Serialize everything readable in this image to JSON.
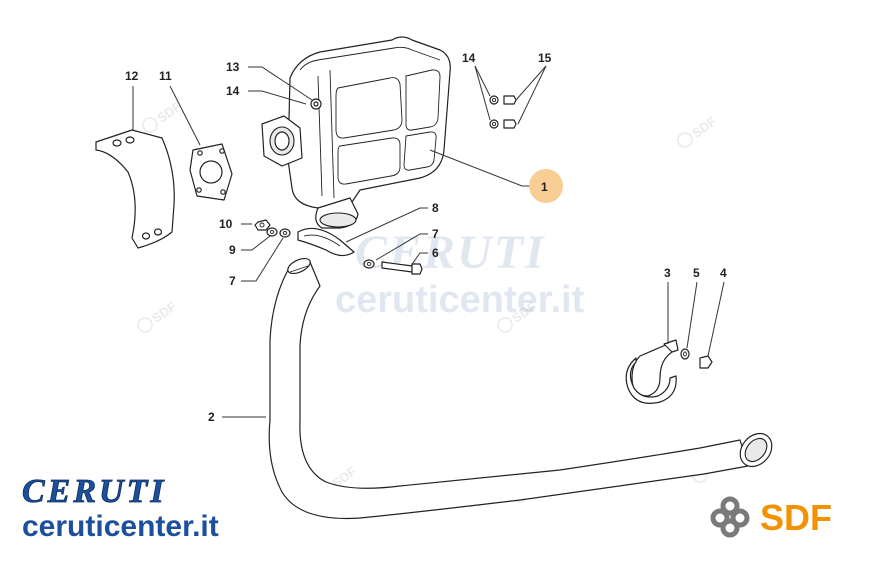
{
  "diagram": {
    "callouts": [
      {
        "id": "1",
        "label": "1",
        "highlighted": true
      },
      {
        "id": "2",
        "label": "2"
      },
      {
        "id": "3",
        "label": "3"
      },
      {
        "id": "4",
        "label": "4"
      },
      {
        "id": "5",
        "label": "5"
      },
      {
        "id": "6",
        "label": "6"
      },
      {
        "id": "7a",
        "label": "7"
      },
      {
        "id": "7b",
        "label": "7"
      },
      {
        "id": "8",
        "label": "8"
      },
      {
        "id": "9",
        "label": "9"
      },
      {
        "id": "10",
        "label": "10"
      },
      {
        "id": "11",
        "label": "11"
      },
      {
        "id": "12",
        "label": "12"
      },
      {
        "id": "13",
        "label": "13"
      },
      {
        "id": "14a",
        "label": "14"
      },
      {
        "id": "14b",
        "label": "14"
      },
      {
        "id": "15",
        "label": "15"
      }
    ],
    "highlight_color": "#f7c98a"
  },
  "watermark": {
    "brand": "CERUTI",
    "url": "ceruticenter.it",
    "small_mark": "SDF"
  },
  "footer": {
    "brand_logo_text": "CERUTI",
    "brand_url": "ceruticenter.it",
    "brand_color": "#1c4f9c",
    "sdf_text": "SDF",
    "sdf_color": "#f39200",
    "sdf_icon_color": "#7a7a7a"
  }
}
